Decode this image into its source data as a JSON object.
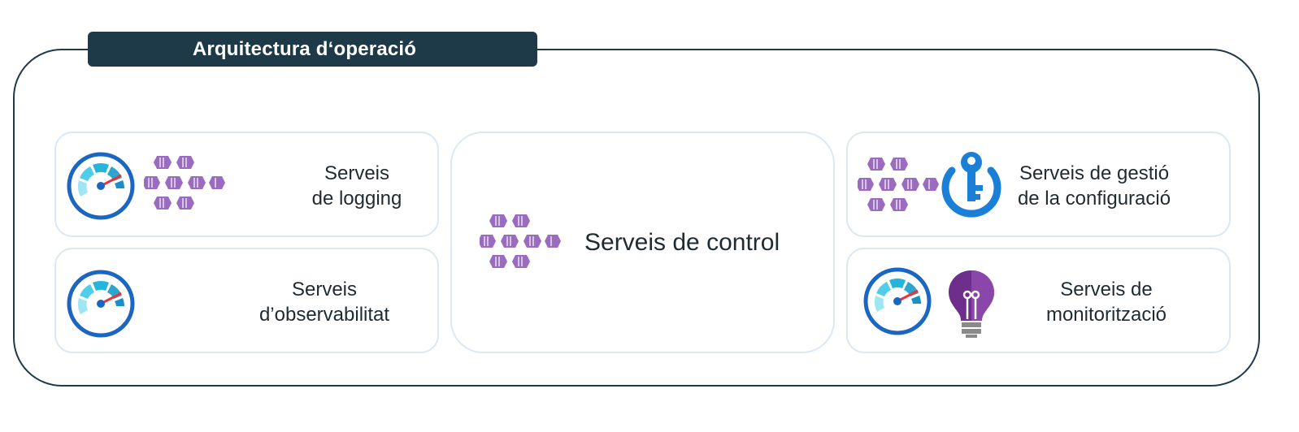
{
  "title": "Arquitectura d‘operació",
  "cards": {
    "logging": {
      "line1": "Serveis",
      "line2": "de logging"
    },
    "observability": {
      "line1": "Serveis",
      "line2": "d’observabilitat"
    },
    "control": {
      "label": "Serveis de control"
    },
    "config": {
      "line1": "Serveis de gestió",
      "line2": "de la configuració"
    },
    "monitoring": {
      "line1": "Serveis de",
      "line2": "monitorització"
    }
  },
  "icons": {
    "gauge": "dashboard-gauge-icon",
    "containers": "container-cluster-icon",
    "key": "key-vault-icon",
    "bulb": "insights-bulb-icon"
  },
  "colors": {
    "frame": "#1e3a48",
    "card_border": "#dbe8f3",
    "gauge_ring": "#1a66c2",
    "container_purple": "#9a6bbf",
    "bulb_purple": "#6e2e8c",
    "key_blue": "#1a7fd6"
  }
}
